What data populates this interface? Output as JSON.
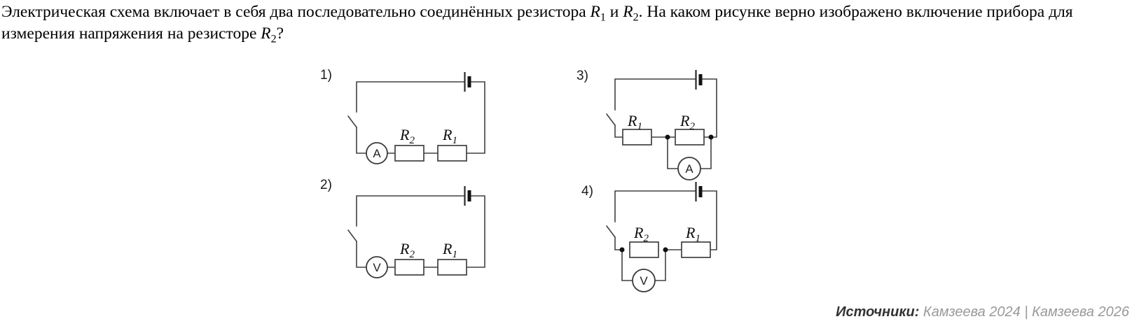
{
  "question": {
    "part1": "Электрическая схема включает в себя два последовательно соединённых резистора ",
    "r1": {
      "base": "R",
      "sub": "1"
    },
    "conj": " и ",
    "r2": {
      "base": "R",
      "sub": "2"
    },
    "part2": ". На каком рисунке верно изображено включение прибора для",
    "part3": "измерения напряжения на резисторе ",
    "r3": {
      "base": "R",
      "sub": "2"
    },
    "qmark": "?"
  },
  "circuits": [
    {
      "label": "1)",
      "meter": "A",
      "left_resistor": {
        "base": "R",
        "sub": "2"
      },
      "right_resistor": {
        "base": "R",
        "sub": "1"
      }
    },
    {
      "label": "2)",
      "meter": "V",
      "left_resistor": {
        "base": "R",
        "sub": "2"
      },
      "right_resistor": {
        "base": "R",
        "sub": "1"
      }
    },
    {
      "label": "3)",
      "meter": "A",
      "left_resistor": {
        "base": "R",
        "sub": "1"
      },
      "right_resistor": {
        "base": "R",
        "sub": "2"
      }
    },
    {
      "label": "4)",
      "meter": "V",
      "left_resistor": {
        "base": "R",
        "sub": "2"
      },
      "right_resistor": {
        "base": "R",
        "sub": "1"
      }
    }
  ],
  "footer": {
    "label": "Источники:",
    "sources": " Камзеева 2024 | Камзеева 2026"
  },
  "colors": {
    "wire": "#414141",
    "battery": "#111111",
    "text": "#000000",
    "footer_label": "#333333",
    "footer_sources": "#999999"
  }
}
